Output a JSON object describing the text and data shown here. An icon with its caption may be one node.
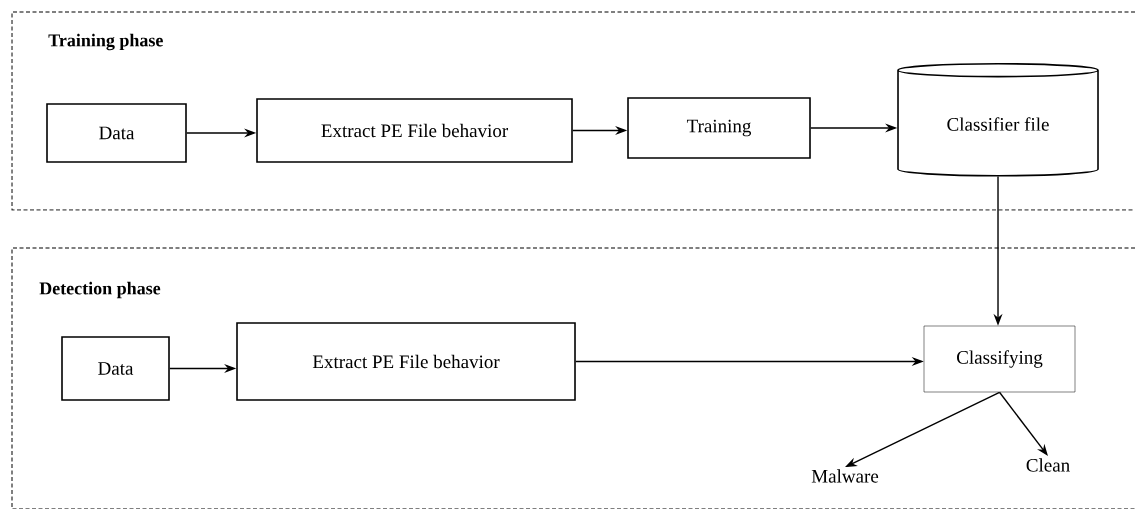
{
  "diagram": {
    "nodes": [
      {
        "text": [
          "Training phase"
        ]
      },
      {
        "text": [
          "Data"
        ],
        "in": 0
      },
      {
        "text": [
          "Extract PE File behavior"
        ],
        "in": 0
      },
      {
        "text": [
          "Training"
        ],
        "in": 0
      },
      {
        "text": [
          "Classifier file"
        ],
        "in": 0
      },
      {
        "text": [
          "Detection phase"
        ]
      },
      {
        "text": [
          "Data"
        ],
        "in": 5
      },
      {
        "text": [
          "Extract PE File behavior"
        ],
        "in": 5
      },
      {
        "text": [
          "Classifying"
        ],
        "in": 5
      },
      {
        "text": [
          "Malware"
        ],
        "in": 5
      },
      {
        "text": [
          "Clean"
        ],
        "in": 5
      }
    ],
    "edges": [
      {
        "from": 1,
        "to": 2,
        "arrow": "to"
      },
      {
        "from": 2,
        "to": 3,
        "arrow": "to"
      },
      {
        "from": 3,
        "to": 4,
        "arrow": "to"
      },
      {
        "from": 4,
        "to": 8,
        "arrow": "to"
      },
      {
        "from": 6,
        "to": 7,
        "arrow": "to"
      },
      {
        "from": 7,
        "to": 8,
        "arrow": "to"
      },
      {
        "from": 8,
        "to": 9,
        "arrow": "to"
      },
      {
        "from": 8,
        "to": 10,
        "arrow": "to"
      }
    ]
  }
}
